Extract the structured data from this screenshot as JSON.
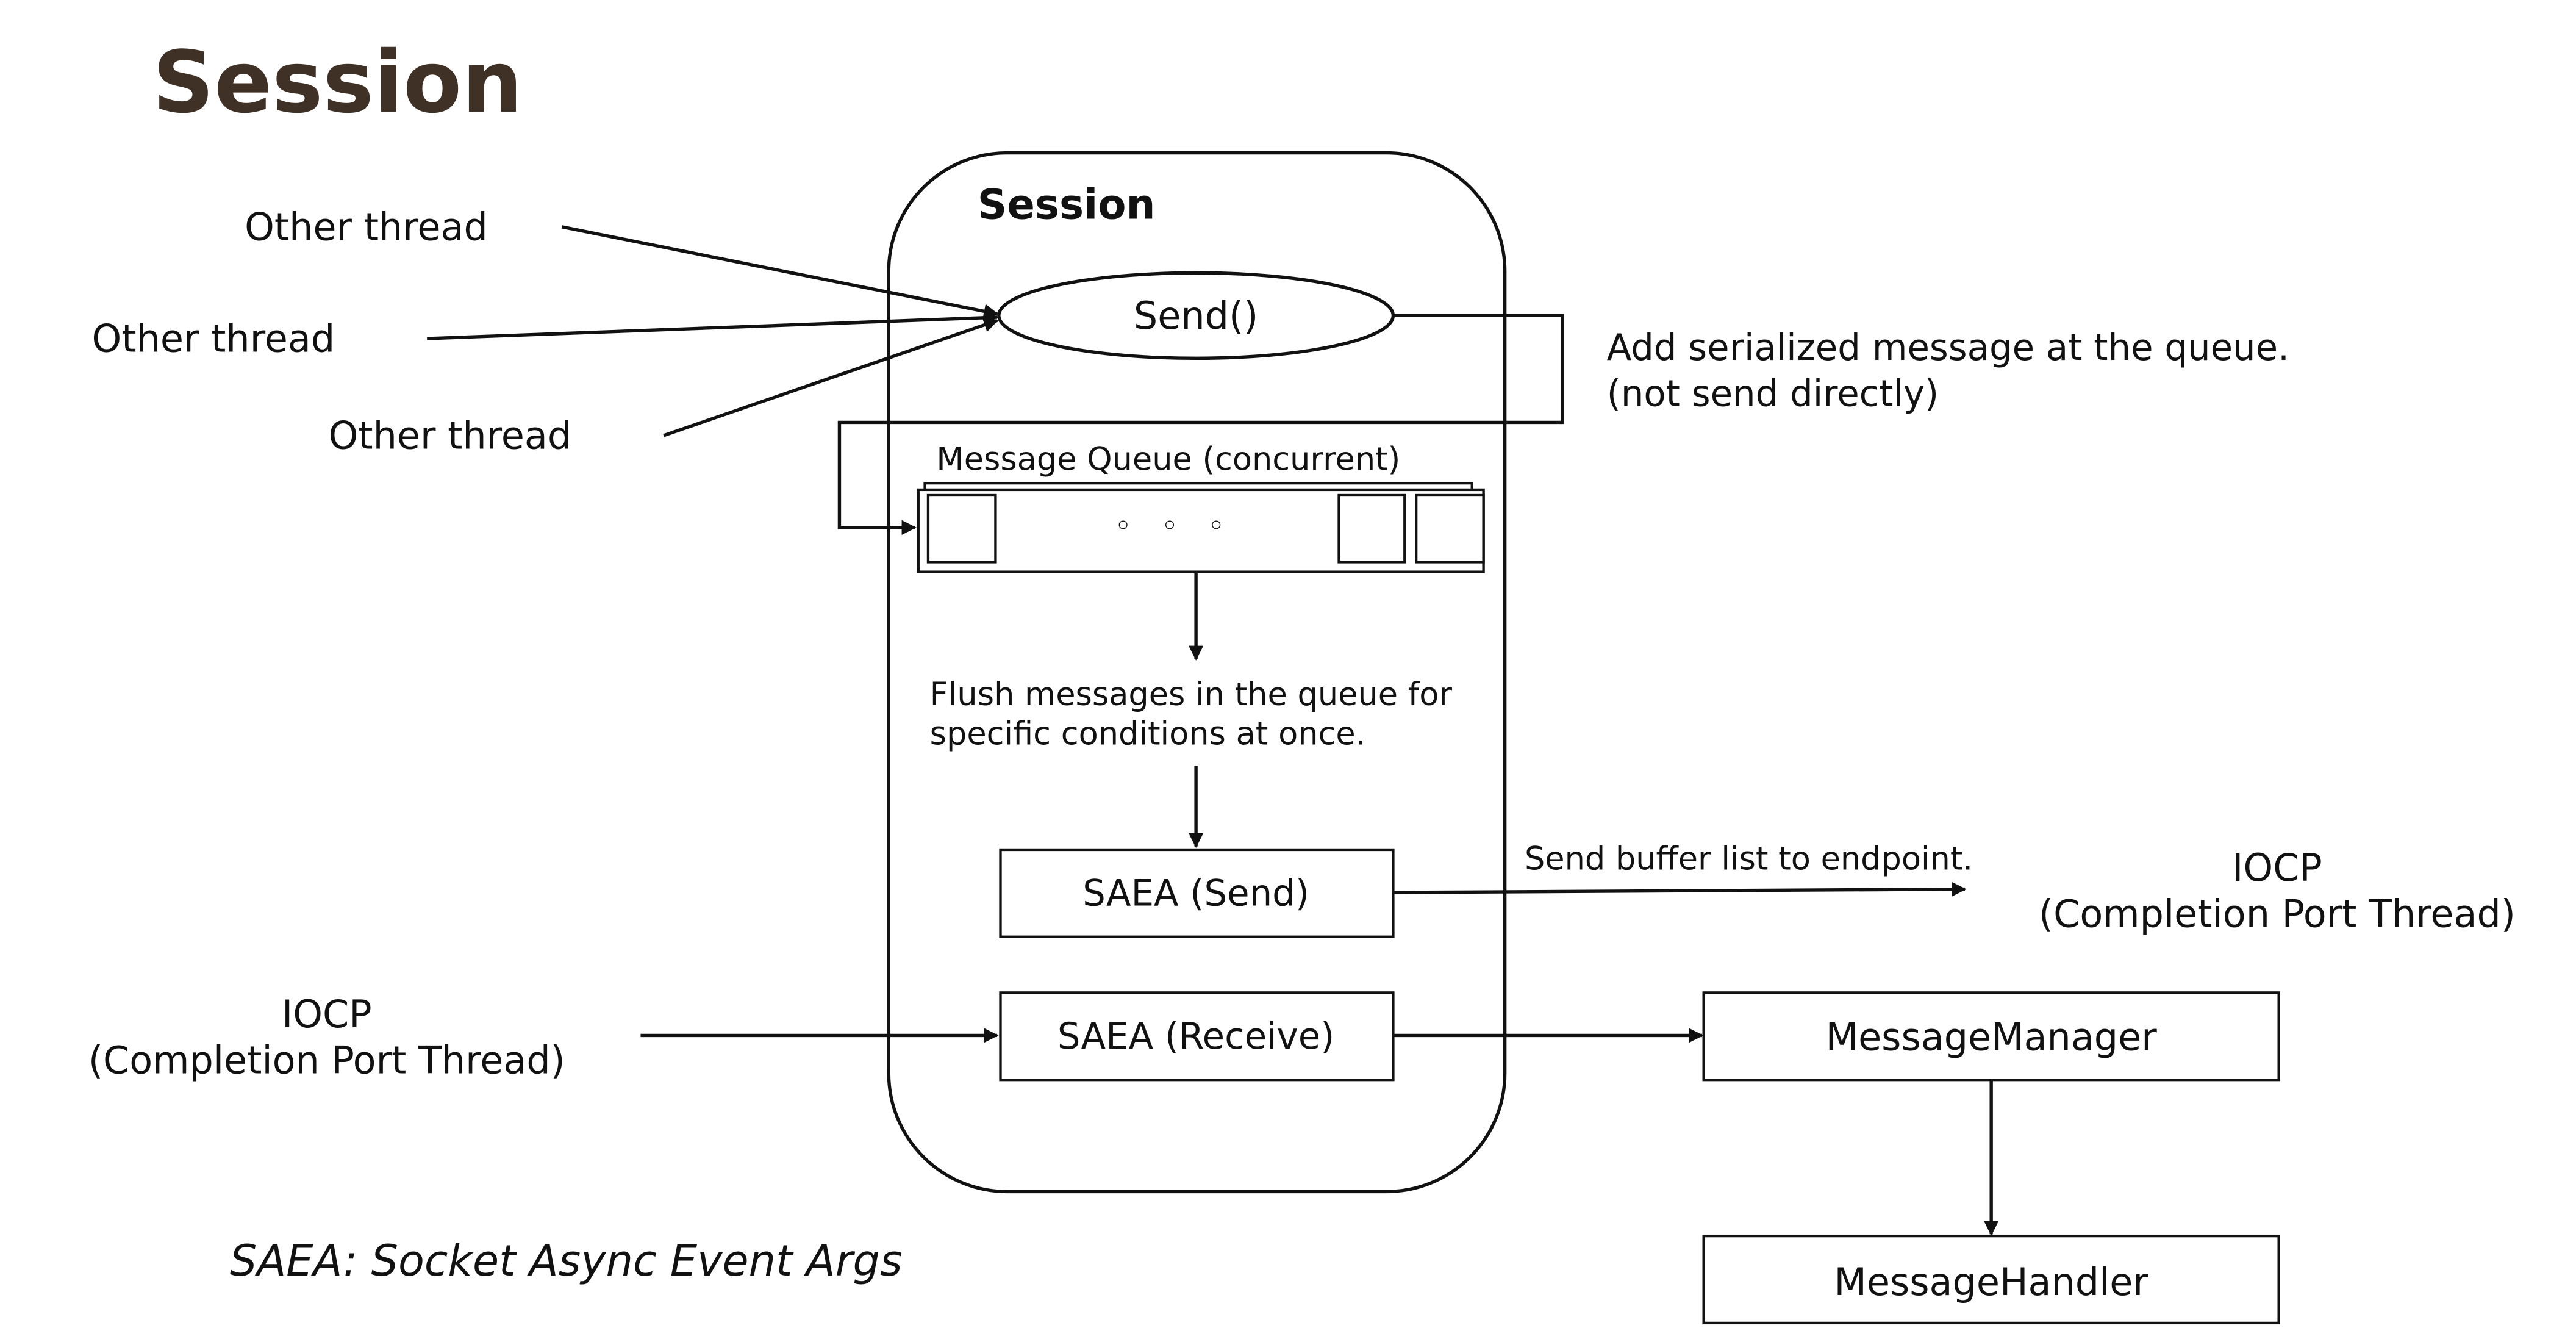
{
  "page_title": "Session",
  "session_box": {
    "title": "Session"
  },
  "send_node": {
    "label": "Send()"
  },
  "other_threads": [
    "Other thread",
    "Other thread",
    "Other thread"
  ],
  "enqueue_note": [
    "Add serialized message at the queue.",
    "(not send directly)"
  ],
  "message_queue": {
    "label": "Message Queue (concurrent)",
    "ellipsis": "◦ ◦ ◦"
  },
  "flush_note": [
    "Flush messages in the queue for",
    "specific conditions at once."
  ],
  "saea_send": {
    "label": "SAEA (Send)"
  },
  "saea_receive": {
    "label": "SAEA (Receive)"
  },
  "send_buffer_note": "Send buffer list to endpoint.",
  "iocp_send": [
    "IOCP",
    "(Completion Port Thread)"
  ],
  "iocp_receive": [
    "IOCP",
    "(Completion Port Thread)"
  ],
  "message_manager": {
    "label": "MessageManager"
  },
  "message_handler": {
    "label": "MessageHandler"
  },
  "footnote": "SAEA: Socket Async Event Args"
}
